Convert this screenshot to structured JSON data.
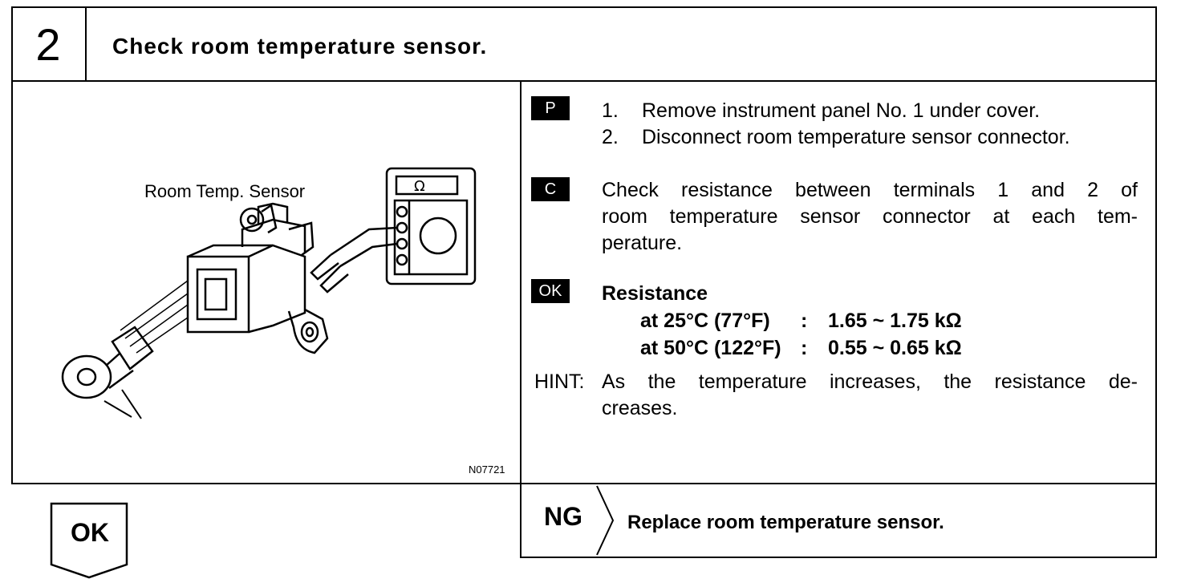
{
  "step": {
    "number": "2",
    "title": "Check room temperature sensor."
  },
  "figure": {
    "label": "Room Temp. Sensor",
    "meter_symbol": "Ω",
    "code": "N07721"
  },
  "prep": {
    "tag": "P",
    "steps": [
      {
        "num": "1.",
        "text": "Remove instrument panel No. 1 under cover."
      },
      {
        "num": "2.",
        "text": "Disconnect room temperature sensor connector."
      }
    ]
  },
  "check": {
    "tag": "C",
    "lines": [
      "Check resistance between terminals 1 and 2 of",
      "room temperature sensor connector at each tem-",
      "perature."
    ]
  },
  "ok_spec": {
    "tag": "OK",
    "heading": "Resistance",
    "rows": [
      {
        "cond": "at 25°C (77°F)",
        "sep": ":",
        "value": "1.65 ~ 1.75 kΩ"
      },
      {
        "cond": "at 50°C (122°F)",
        "sep": ":",
        "value": "0.55 ~ 0.65 kΩ"
      }
    ]
  },
  "hint": {
    "label": "HINT:",
    "lines": [
      "As the temperature increases, the resistance de-",
      "creases."
    ]
  },
  "result_ng": {
    "label": "NG",
    "action": "Replace room temperature sensor."
  },
  "result_ok": {
    "label": "OK"
  }
}
